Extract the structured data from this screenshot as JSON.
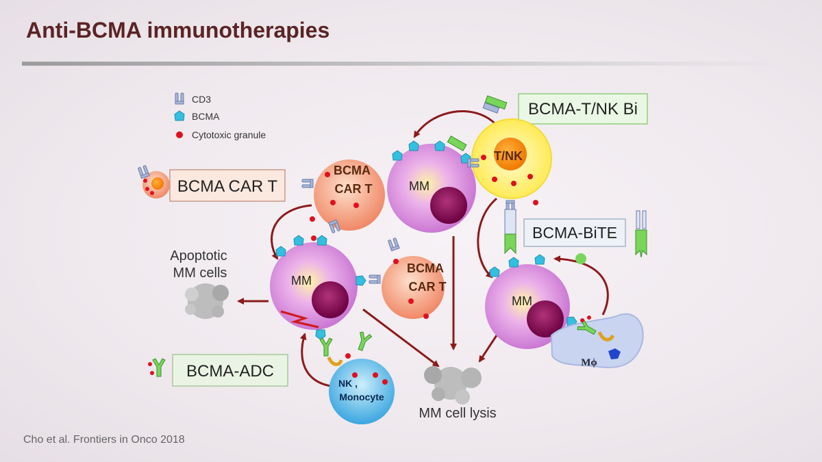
{
  "slide": {
    "title": "Anti-BCMA immunotherapies",
    "citation": "Cho et al. Frontiers in Onco 2018"
  },
  "legend": {
    "items": [
      {
        "icon": "cd3-icon",
        "label": "CD3"
      },
      {
        "icon": "bcma-icon",
        "label": "BCMA"
      },
      {
        "icon": "cytotoxic-granule-icon",
        "label": "Cytotoxic granule"
      }
    ]
  },
  "boxes": {
    "car_t": "BCMA CAR T",
    "tnk_bi": "BCMA-T/NK Bi",
    "bite": "BCMA-BiTE",
    "adc": "BCMA-ADC"
  },
  "cells": {
    "mm": "MM",
    "car_t_line1": "BCMA",
    "car_t_line2": "CAR T",
    "tnk": "T/NK",
    "nk_line1": "NK ,",
    "nk_line2": "Monocyte",
    "macrophage": "Mϕ"
  },
  "labels": {
    "apoptotic_line1": "Apoptotic",
    "apoptotic_line2": "MM cells",
    "lysis": "MM cell lysis"
  },
  "colors": {
    "title": "#5b2424",
    "mm_cell": "#d98ee0",
    "nucleus": "#8e0a5a",
    "car_t_cell": "#f2a07e",
    "tnk_cell": "#ffef70",
    "nk_cell": "#5ab8e6",
    "granule": "#e0101e",
    "bcma": "#34bfe0",
    "cd3": "#a8b8d8",
    "antibody_green": "#79d65a",
    "arrow": "#8c1a1a"
  }
}
